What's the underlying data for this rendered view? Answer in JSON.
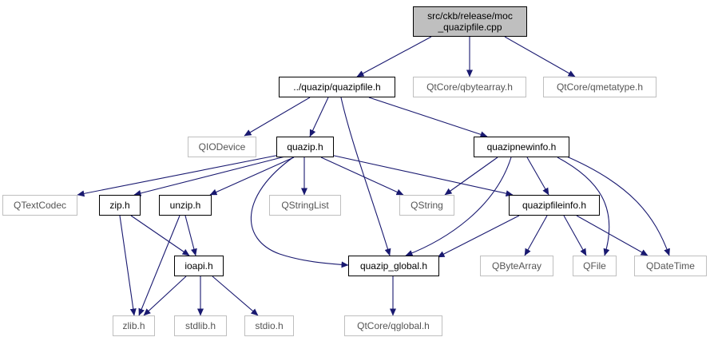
{
  "colors": {
    "edge": "#191970",
    "root_fill": "#bfbfbf",
    "external_border": "#bfbfbf"
  },
  "nodes": {
    "root": "src/ckb/release/moc\n_quazipfile.cpp",
    "quazipfile_h": "../quazip/quazipfile.h",
    "qbytearray_h": "QtCore/qbytearray.h",
    "qmetatype_h": "QtCore/qmetatype.h",
    "qiodevice": "QIODevice",
    "quazip_h": "quazip.h",
    "quazipnewinfo_h": "quazipnewinfo.h",
    "qtextcodec": "QTextCodec",
    "zip_h": "zip.h",
    "unzip_h": "unzip.h",
    "qstringlist": "QStringList",
    "qstring": "QString",
    "quazipfileinfo_h": "quazipfileinfo.h",
    "ioapi_h": "ioapi.h",
    "quazip_global_h": "quazip_global.h",
    "qbytearray": "QByteArray",
    "qfile": "QFile",
    "qdatetime": "QDateTime",
    "zlib_h": "zlib.h",
    "stdlib_h": "stdlib.h",
    "stdio_h": "stdio.h",
    "qglobal_h": "QtCore/qglobal.h"
  }
}
